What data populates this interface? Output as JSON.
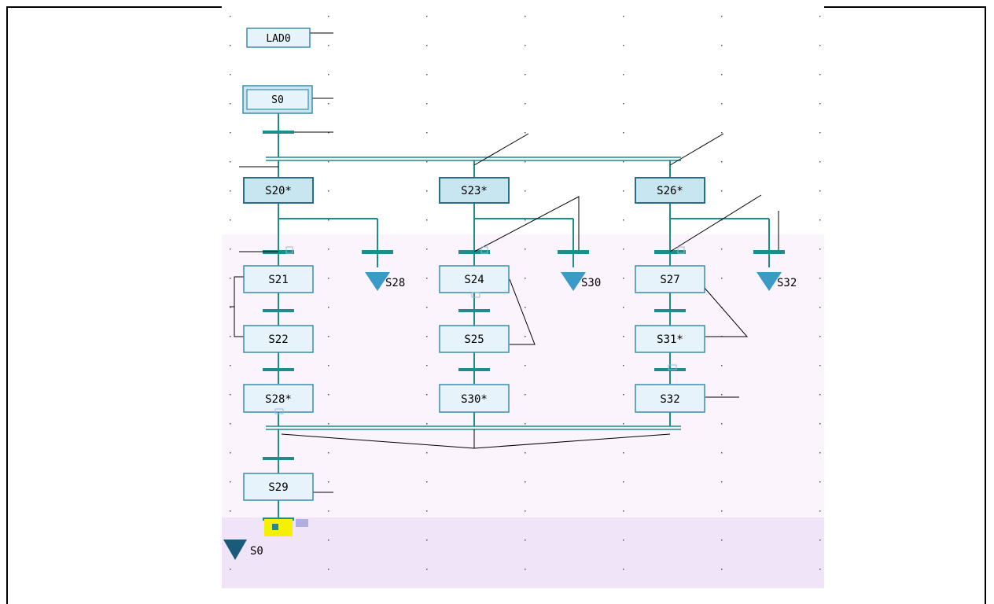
{
  "program_label": "LAD0",
  "initial_step": "S0",
  "steps": {
    "s20": "S20*",
    "s23": "S23*",
    "s26": "S26*",
    "s21": "S21",
    "s22": "S22",
    "s28": "S28*",
    "s24": "S24",
    "s25": "S25",
    "s30": "S30*",
    "s27": "S27",
    "s31": "S31*",
    "s32": "S32",
    "s29": "S29"
  },
  "jumps": {
    "s28": "S28",
    "s30": "S30",
    "s32": "S32",
    "s0": "S0"
  },
  "colors": {
    "step_fill": "#e6f3fb",
    "step_border": "#3c8caa",
    "active_step_fill": "#c8e6f0",
    "link": "#1f8c8c",
    "jump_arrow": "#3a9ac8",
    "final_jump_arrow": "#1a5a7a",
    "editor_band_top": "#ffffff",
    "editor_band_mid": "#fcf4fc",
    "editor_band_low": "#f0e4f8"
  }
}
